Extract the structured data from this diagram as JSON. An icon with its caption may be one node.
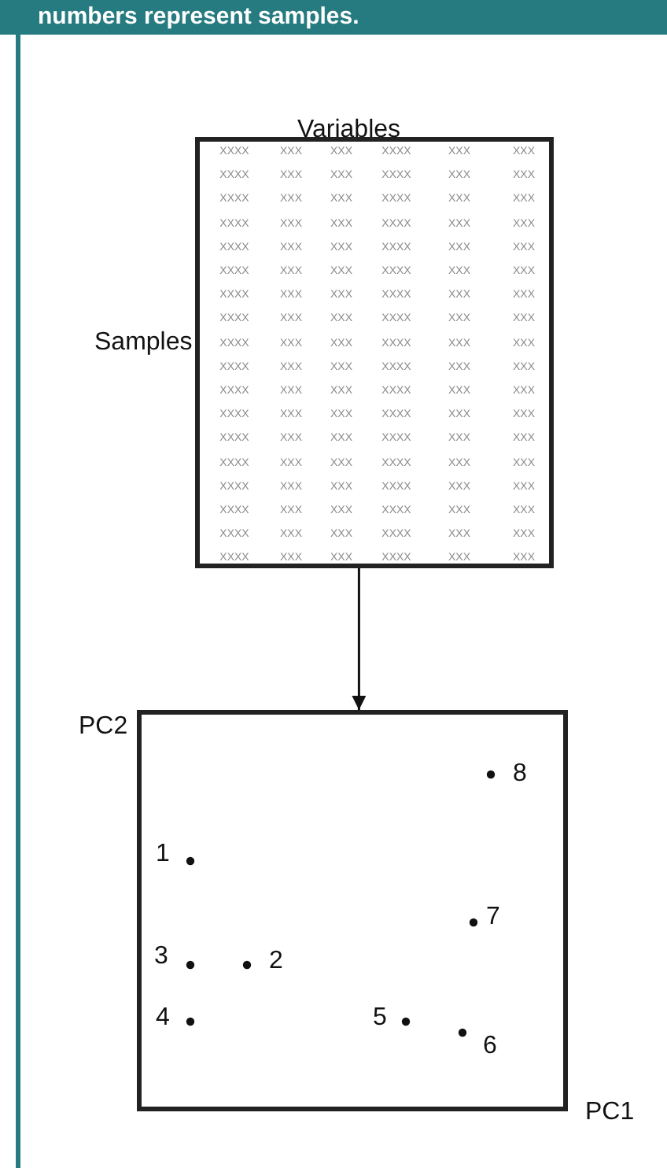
{
  "diagram": {
    "title": "numbers represent samples.",
    "nodes": [
      {
        "text": [],
        "shape": "box"
      },
      {
        "text": [],
        "shape": "box"
      }
    ],
    "edges": [
      {
        "from": 0,
        "to": 1,
        "arrow": "to"
      }
    ],
    "labels": [
      "Variables",
      "Samples",
      "XXXX",
      "XXX",
      "XXX",
      "XXXX",
      "XXX",
      "XXX",
      "XXXX",
      "XXX",
      "XXX",
      "XXXX",
      "XXX",
      "XXX",
      "XXXX",
      "XXX",
      "XXX",
      "XXXX",
      "XXX",
      "XXX",
      "XXXX",
      "XXX",
      "XXX",
      "XXXX",
      "XXX",
      "XXX",
      "XXXX",
      "XXX",
      "XXX",
      "XXXX",
      "XXX",
      "XXX",
      "XXXX",
      "XXX",
      "XXX",
      "XXXX",
      "XXX",
      "XXX",
      "XXXX",
      "XXX",
      "XXX",
      "XXXX",
      "XXX",
      "XXX",
      "XXXX",
      "XXX",
      "XXX",
      "XXXX",
      "XXX",
      "XXX",
      "XXXX",
      "XXX",
      "XXX",
      "XXXX",
      "XXX",
      "XXX",
      "XXXX",
      "XXX",
      "XXX",
      "XXXX",
      "XXX",
      "XXX",
      "XXXX",
      "XXX",
      "XXX",
      "XXXX",
      "XXX",
      "XXX",
      "XXXX",
      "XXX",
      "XXX",
      "XXXX",
      "XXX",
      "XXX",
      "XXXX",
      "XXX",
      "XXX",
      "XXXX",
      "XXX",
      "XXX",
      "XXXX",
      "XXX",
      "XXX",
      "XXXX",
      "XXX",
      "XXX",
      "XXXX",
      "XXX",
      "XXX",
      "XXXX",
      "XXX",
      "XXX",
      "XXXX",
      "XXX",
      "XXX",
      "XXXX",
      "XXX",
      "XXX",
      "XXXX",
      "XXX",
      "XXX",
      "XXXX",
      "XXX",
      "XXX",
      "XXXX",
      "XXX",
      "XXX",
      "XXXX",
      "XXX",
      "XXX",
      "PC2",
      "8",
      "1",
      "7",
      "3",
      "2",
      "4",
      "5",
      "6",
      "PC1"
    ]
  }
}
